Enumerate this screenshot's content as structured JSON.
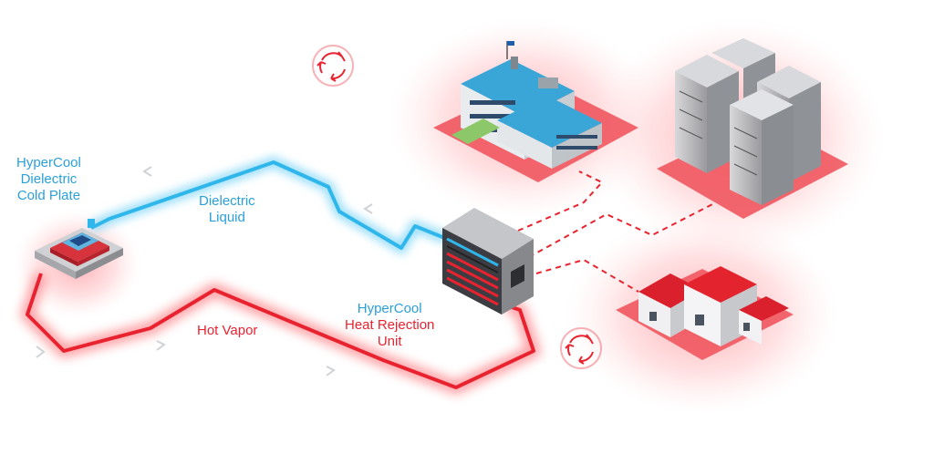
{
  "labels": {
    "cold_plate": [
      "HyperCool",
      "Dielectric",
      "Cold Plate"
    ],
    "dielectric_liquid": [
      "Dielectric",
      "Liquid"
    ],
    "hot_vapor": "Hot Vapor",
    "heat_rejection": [
      "HyperCool",
      "Heat Rejection",
      "Unit"
    ]
  },
  "colors": {
    "cold_loop": "#2fb6ea",
    "hot_loop": "#e8232f",
    "accent_red": "#e8232f",
    "roof_blue": "#3aa6d8",
    "roof_red": "#d9202c"
  },
  "icons": [
    "recycle-icon",
    "flow-arrow-icon"
  ]
}
